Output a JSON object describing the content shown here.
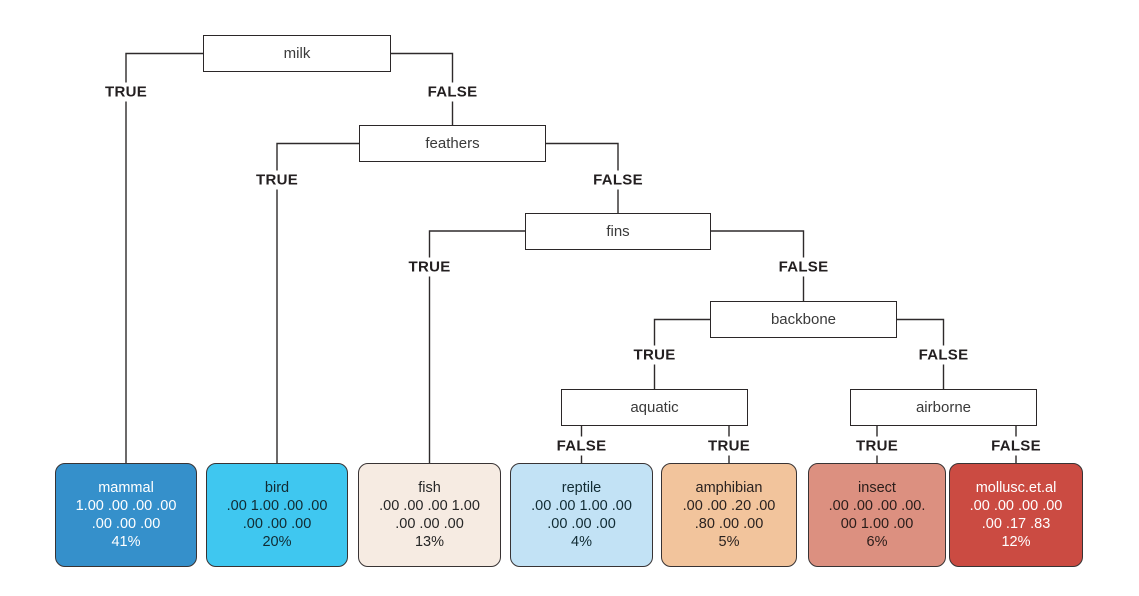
{
  "figure": {
    "type": "decision-tree",
    "background": "#ffffff",
    "line_color": "#2e2a2b"
  },
  "tree": {
    "decision_nodes": [
      {
        "label": "milk"
      },
      {
        "label": "feathers"
      },
      {
        "label": "fins"
      },
      {
        "label": "backbone"
      },
      {
        "label": "aquatic"
      },
      {
        "label": "airborne"
      }
    ],
    "edges": [
      {
        "from": "milk",
        "label": "TRUE",
        "to": "mammal"
      },
      {
        "from": "milk",
        "label": "FALSE",
        "to": "feathers"
      },
      {
        "from": "feathers",
        "label": "TRUE",
        "to": "bird"
      },
      {
        "from": "feathers",
        "label": "FALSE",
        "to": "fins"
      },
      {
        "from": "fins",
        "label": "TRUE",
        "to": "fish"
      },
      {
        "from": "fins",
        "label": "FALSE",
        "to": "backbone"
      },
      {
        "from": "backbone",
        "label": "TRUE",
        "to": "aquatic"
      },
      {
        "from": "backbone",
        "label": "FALSE",
        "to": "airborne"
      },
      {
        "from": "aquatic",
        "label": "FALSE",
        "to": "reptile"
      },
      {
        "from": "aquatic",
        "label": "TRUE",
        "to": "amphibian"
      },
      {
        "from": "airborne",
        "label": "TRUE",
        "to": "insect"
      },
      {
        "from": "airborne",
        "label": "FALSE",
        "to": "mollusc.et.al"
      }
    ],
    "leaves": [
      {
        "name": "mammal",
        "line1": "1.00 .00 .00 .00",
        "line2": ".00 .00 .00",
        "percent": "41%",
        "bg": "#3590cb",
        "fg": "#ffffff"
      },
      {
        "name": "bird",
        "line1": ".00 1.00 .00 .00",
        "line2": ".00 .00 .00",
        "percent": "20%",
        "bg": "#3fc7f0",
        "fg": "#112b33"
      },
      {
        "name": "fish",
        "line1": ".00 .00 .00 1.00",
        "line2": ".00 .00 .00",
        "percent": "13%",
        "bg": "#f6ebe2",
        "fg": "#262626"
      },
      {
        "name": "reptile",
        "line1": ".00 .00 1.00 .00",
        "line2": ".00 .00 .00",
        "percent": "4%",
        "bg": "#c2e2f5",
        "fg": "#112b33"
      },
      {
        "name": "amphibian",
        "line1": ".00 .00 .20 .00",
        "line2": ".80 .00 .00",
        "percent": "5%",
        "bg": "#f2c49c",
        "fg": "#2a2220"
      },
      {
        "name": "insect",
        "line1": ".00 .00 .00 .00.",
        "line2": "00 1.00 .00",
        "percent": "6%",
        "bg": "#dc9080",
        "fg": "#2a1d1a"
      },
      {
        "name": "mollusc.et.al",
        "line1": ".00 .00 .00 .00",
        "line2": ".00 .17 .83",
        "percent": "12%",
        "bg": "#cb4b42",
        "fg": "#ffffff"
      }
    ]
  }
}
